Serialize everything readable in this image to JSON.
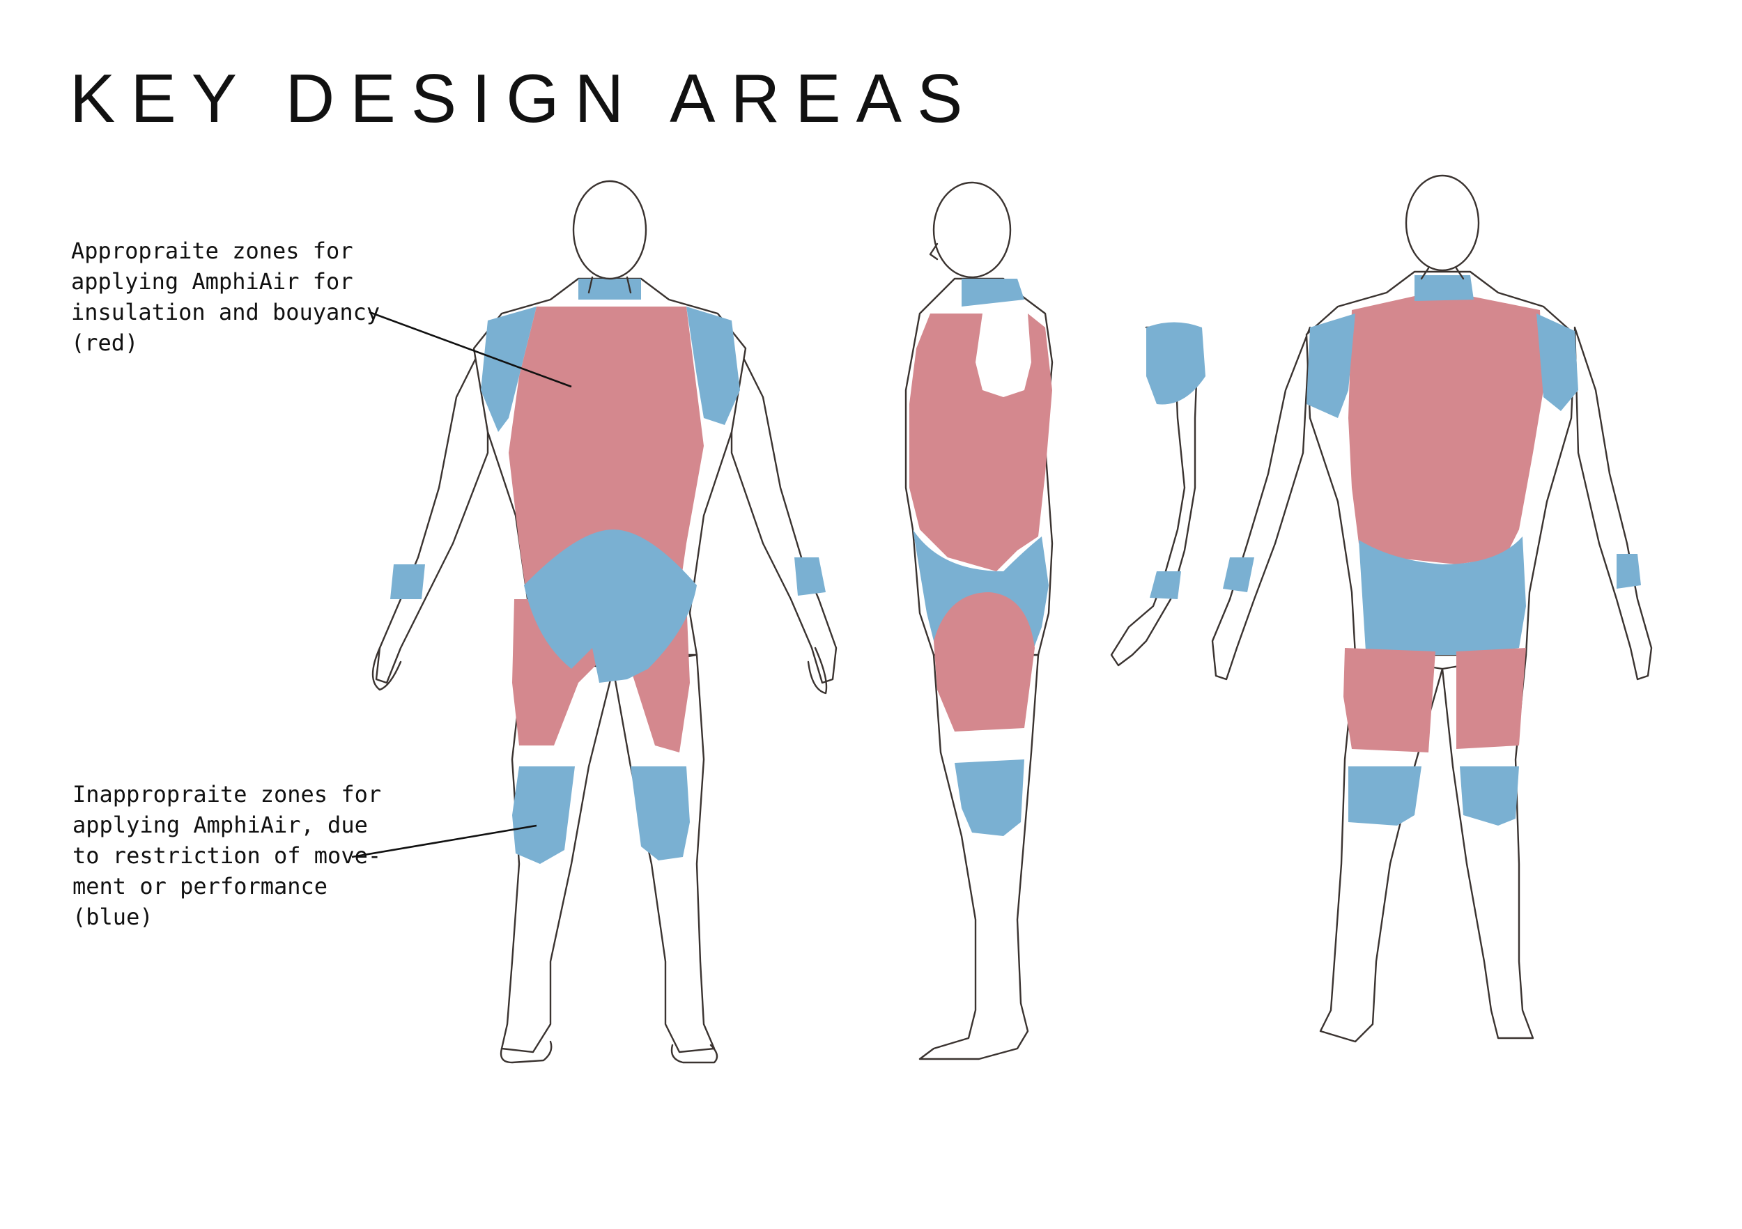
{
  "title": "KEY DESIGN AREAS",
  "annotations": {
    "red": {
      "lines": [
        "Appropraite zones for",
        "applying AmphiAir for",
        "insulation and bouyancy",
        "(red)"
      ]
    },
    "blue": {
      "lines": [
        "Inappropraite zones for",
        "applying AmphiAir, due",
        "to restriction of move-",
        "ment or performance",
        "(blue)"
      ]
    }
  },
  "colors": {
    "red_zone": "#d4888e",
    "blue_zone": "#7ab0d2",
    "outline": "#3a3330",
    "text": "#111111"
  },
  "figures": [
    "front-view",
    "side-view",
    "back-view"
  ]
}
